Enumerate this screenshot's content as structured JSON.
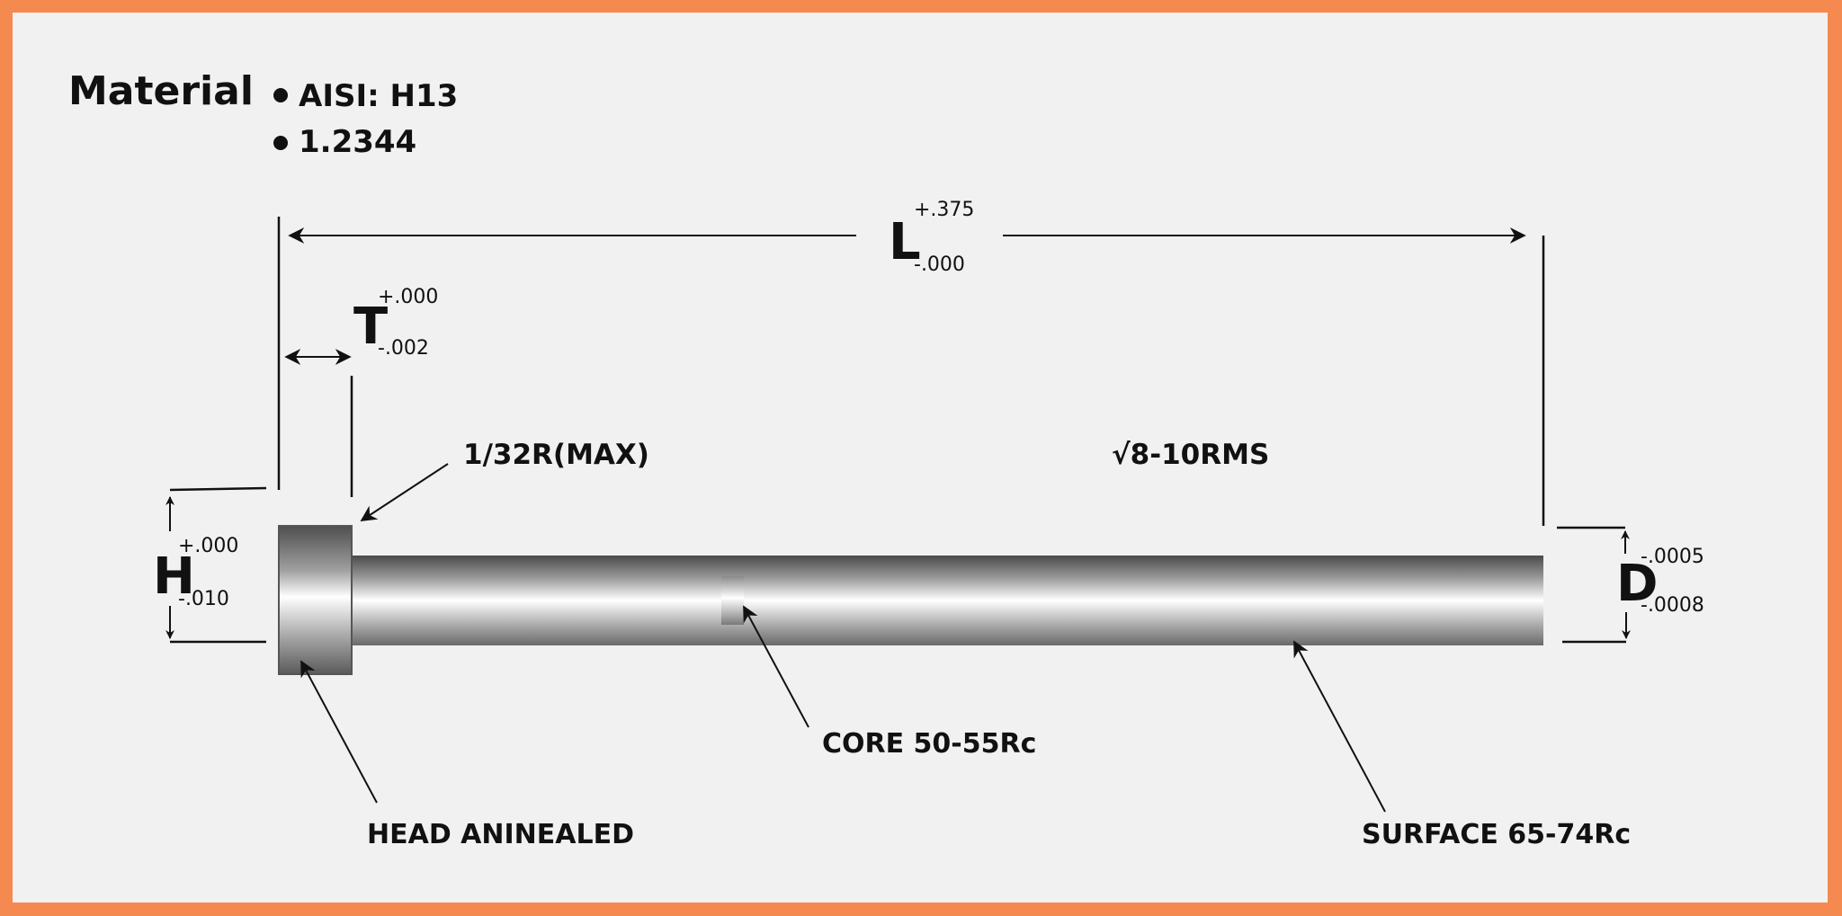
{
  "colors": {
    "border": "#f58a50",
    "background": "#f1f1f1",
    "ink": "#111111"
  },
  "material": {
    "label": "Material",
    "items": [
      "AISI: H13",
      "1.2344"
    ]
  },
  "dimensions": {
    "L": {
      "symbol": "L",
      "upper_tol": "+.375",
      "lower_tol": "-.000"
    },
    "T": {
      "symbol": "T",
      "upper_tol": "+.000",
      "lower_tol": "-.002"
    },
    "H": {
      "symbol": "H",
      "upper_tol": "+.000",
      "lower_tol": "-.010"
    },
    "D": {
      "symbol": "D",
      "upper_tol": "-.0005",
      "lower_tol": "-.0008"
    }
  },
  "annotations": {
    "radius": "1/32R(MAX)",
    "finish": "√8-10RMS",
    "core": "CORE 50-55Rc",
    "head": "HEAD ANINEALED",
    "surface": "SURFACE 65-74Rc"
  }
}
